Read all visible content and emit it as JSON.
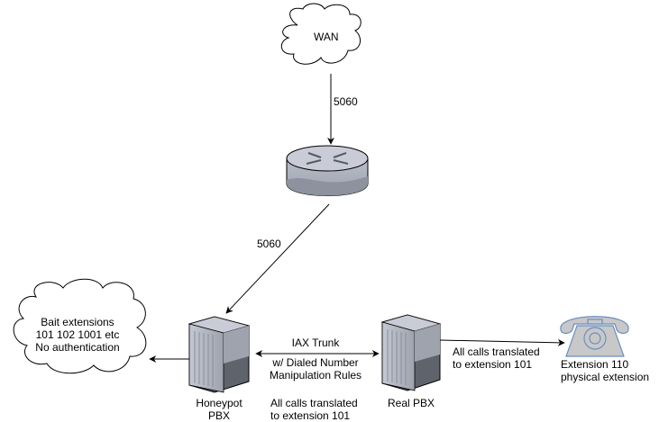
{
  "diagram": {
    "nodes": {
      "wan": {
        "label": "WAN",
        "shape": "cloud"
      },
      "router": {
        "label": "",
        "shape": "router-icon"
      },
      "bait": {
        "lines": [
          "Bait extensions",
          "101 102 1001 etc",
          "No authentication"
        ],
        "shape": "cloud"
      },
      "honeypot": {
        "lines": [
          "Honeypot",
          "PBX"
        ],
        "shape": "server-icon"
      },
      "realpbx": {
        "label": "Real PBX",
        "shape": "server-icon"
      },
      "phone": {
        "lines": [
          "Extension 110",
          "physical extension"
        ],
        "shape": "telephone-icon"
      }
    },
    "edges": {
      "wan_router": {
        "label": "5060"
      },
      "router_honeypot": {
        "label": "5060"
      },
      "honeypot_bait": {
        "label": ""
      },
      "trunk": {
        "label": "IAX Trunk",
        "sublines": [
          "w/  Dialed Number",
          "Manipulation Rules"
        ],
        "note": [
          "All calls translated",
          "to extension 101"
        ]
      },
      "realpbx_phone": {
        "note": [
          "All calls translated",
          "to extension 101"
        ]
      }
    },
    "colors": {
      "stroke": "#000000",
      "router_top": "#c9ccd6",
      "router_side": "#a7abb8",
      "server_light": "#b8bcc8",
      "server_dark": "#5f646c",
      "phone_fill": "#c8c8c8",
      "phone_stroke": "#6c8ebf"
    }
  }
}
